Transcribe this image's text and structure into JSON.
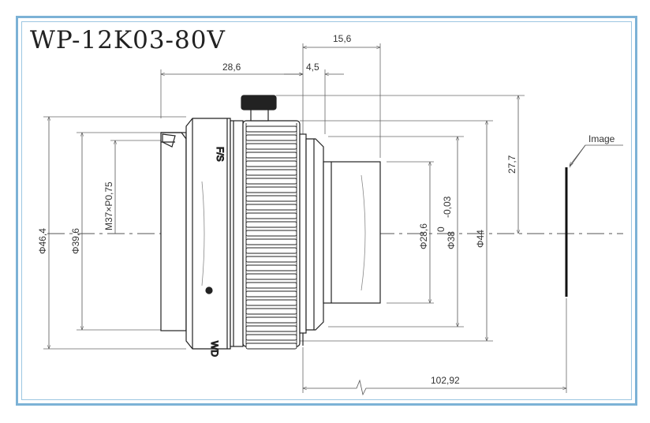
{
  "title": "WP-12K03-80V",
  "image_label": "Image",
  "dimensions": {
    "top_length": "15,6",
    "body_length": "28,6",
    "step": "4,5",
    "outer_dia": "Φ46,4",
    "flange_dia": "Φ39,6",
    "thread": "M37×P0,75",
    "rear_dia": "Φ28,6",
    "mount_dia": "Φ38",
    "mount_tol_upper": "0",
    "mount_tol_lower": "-0,03",
    "ring_dia": "Φ44",
    "half_height": "27,7",
    "total_length": "102,92"
  },
  "colors": {
    "frame": "#7cb2d6",
    "line": "#222222",
    "dim_line": "#555555"
  }
}
